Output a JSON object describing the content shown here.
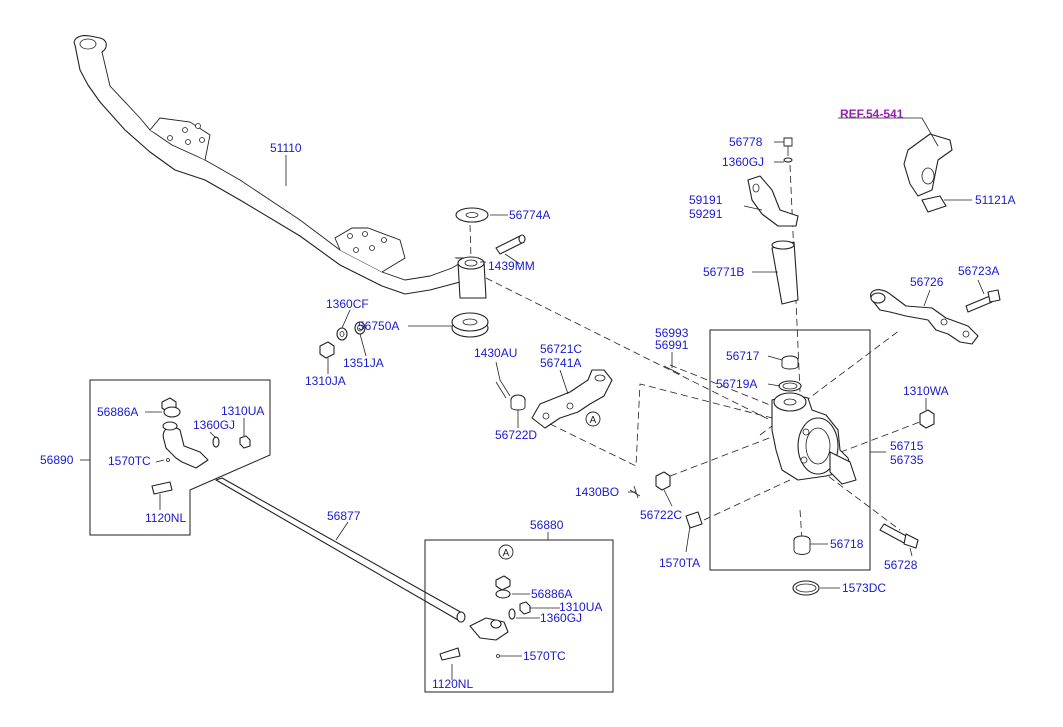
{
  "reference": "REF.54-541",
  "callout_letter": "A",
  "parts": {
    "p51110": "51110",
    "p56774A": "56774A",
    "p1439MM": "1439MM",
    "p1360CF": "1360CF",
    "p56750A": "56750A",
    "p1351JA": "1351JA",
    "p1310JA": "1310JA",
    "p1430AU": "1430AU",
    "p56721C": "56721C",
    "p56741A": "56741A",
    "p56722D": "56722D",
    "p56886A_left": "56886A",
    "p1310UA_left": "1310UA",
    "p1360GJ_left": "1360GJ",
    "p56890": "56890",
    "p1570TC_left": "1570TC",
    "p1120NL_left": "1120NL",
    "p56877": "56877",
    "p56880": "56880",
    "p56886A_right": "56886A",
    "p1310UA_right": "1310UA",
    "p1360GJ_right": "1360GJ",
    "p1570TC_right": "1570TC",
    "p1120NL_right": "1120NL",
    "p56778": "56778",
    "p1360GJ_top": "1360GJ",
    "p59191": "59191",
    "p59291": "59291",
    "p56771B": "56771B",
    "p51121A": "51121A",
    "p56726": "56726",
    "p56723A": "56723A",
    "p56993": "56993",
    "p56991": "56991",
    "p56717": "56717",
    "p56719A": "56719A",
    "p1310WA": "1310WA",
    "p56715": "56715",
    "p56735": "56735",
    "p1430BO": "1430BO",
    "p56722C": "56722C",
    "p1570TA": "1570TA",
    "p56718": "56718",
    "p56728": "56728",
    "p1573DC": "1573DC"
  }
}
